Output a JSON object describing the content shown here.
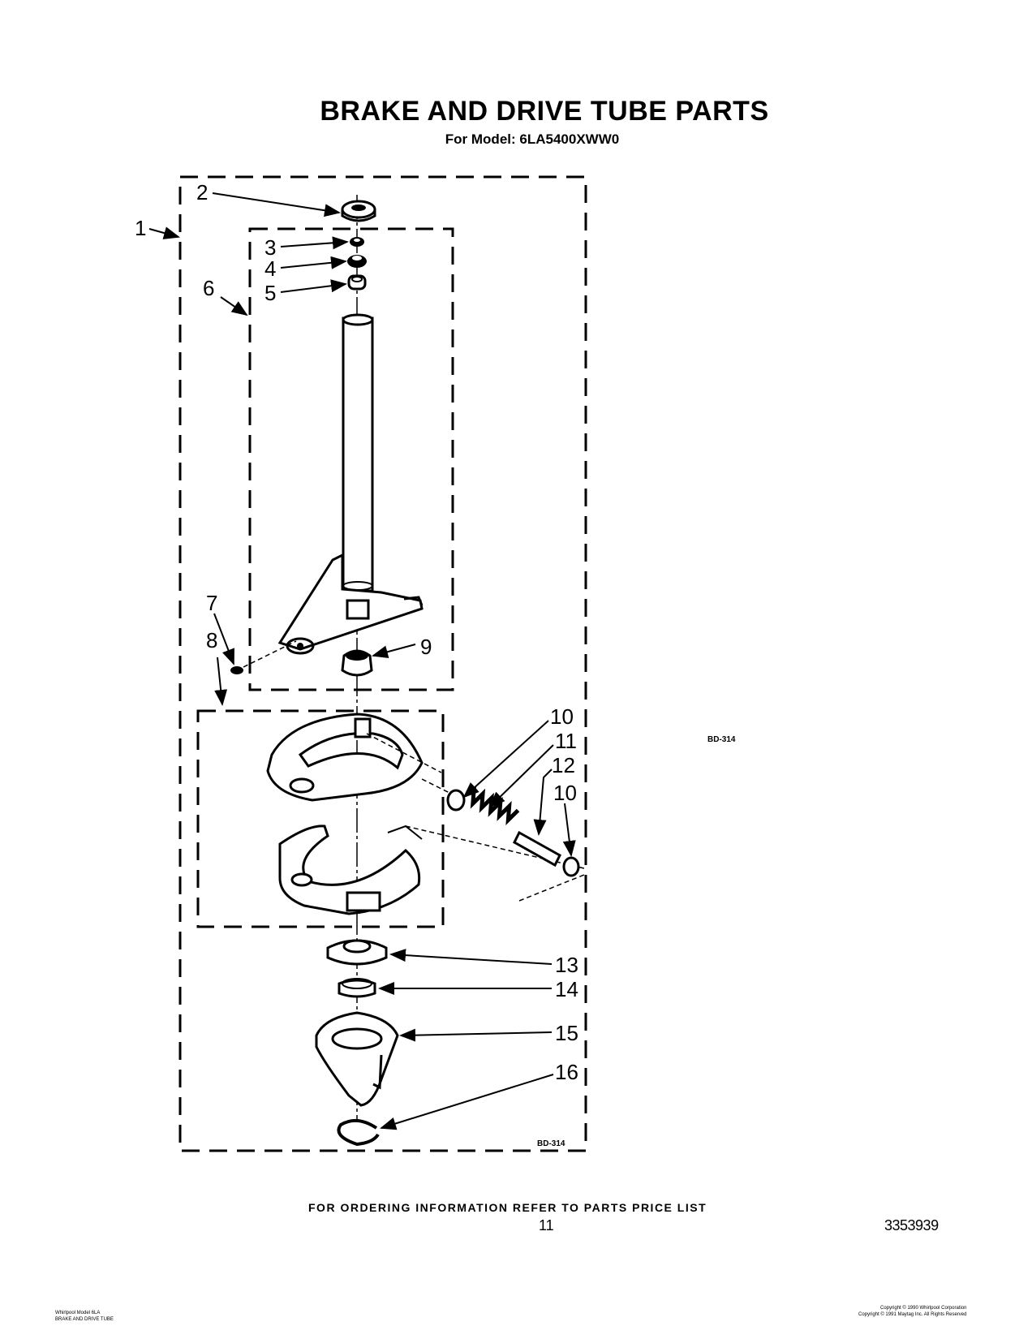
{
  "header": {
    "title": "BRAKE AND DRIVE TUBE PARTS",
    "model_line": "For Model: 6LA5400XWW0"
  },
  "diagram": {
    "callouts": [
      "1",
      "2",
      "3",
      "4",
      "5",
      "6",
      "7",
      "8",
      "9",
      "10",
      "11",
      "12",
      "10",
      "13",
      "14",
      "15",
      "16"
    ],
    "drawing_codes": [
      "BD-314",
      "BD-314"
    ]
  },
  "footer": {
    "ordering_note": "FOR ORDERING INFORMATION REFER TO PARTS PRICE LIST",
    "page_number": "11",
    "document_number": "3353939",
    "left_note_line1": "Whirlpool Model 6LA",
    "left_note_line2": "BRAKE AND DRIVE TUBE",
    "right_note_line1": "Copyright © 1990 Whirlpool Corporation",
    "right_note_line2": "Copyright © 1991 Maytag Inc. All Rights Reserved"
  }
}
